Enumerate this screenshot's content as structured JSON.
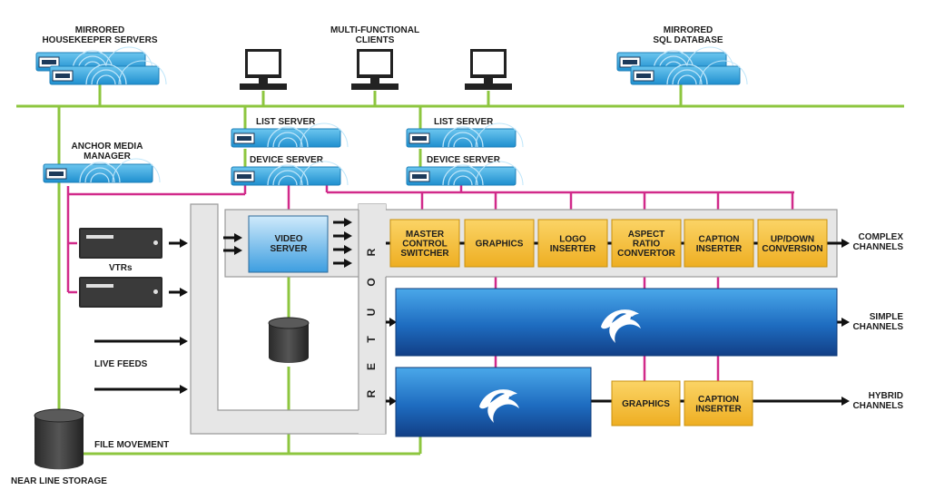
{
  "labels": {
    "housekeeper": [
      "MIRRORED",
      "HOUSEKEEPER SERVERS"
    ],
    "clients": [
      "MULTI-FUNCTIONAL",
      "CLIENTS"
    ],
    "sql": [
      "MIRRORED",
      "SQL DATABASE"
    ],
    "anchor": [
      "ANCHOR MEDIA",
      "MANAGER"
    ],
    "list_server": "LIST SERVER",
    "device_server": "DEVICE SERVER",
    "video_server": [
      "VIDEO",
      "SERVER"
    ],
    "vtrs": "VTRs",
    "live_feeds": "LIVE FEEDS",
    "file_movement": "FILE MOVEMENT",
    "near_line": "NEAR LINE STORAGE",
    "router": [
      "R",
      "O",
      "U",
      "T",
      "E",
      "R"
    ],
    "complex": [
      "COMPLEX",
      "CHANNELS"
    ],
    "simple": [
      "SIMPLE",
      "CHANNELS"
    ],
    "hybrid": [
      "HYBRID",
      "CHANNELS"
    ]
  },
  "complex_chain": [
    [
      "MASTER",
      "CONTROL",
      "SWITCHER"
    ],
    [
      "GRAPHICS"
    ],
    [
      "LOGO",
      "INSERTER"
    ],
    [
      "ASPECT",
      "RATIO",
      "CONVERTOR"
    ],
    [
      "CAPTION",
      "INSERTER"
    ],
    [
      "UP/DOWN",
      "CONVERSION"
    ]
  ],
  "hybrid_chain": [
    [
      "GRAPHICS"
    ],
    [
      "CAPTION",
      "INSERTER"
    ]
  ],
  "colors": {
    "green_line": "#8dc63f",
    "magenta_line": "#d12a8a",
    "orange_box": "#f6c142",
    "orange_border": "#c8900e",
    "blue_dark": "#1a5ea8",
    "blue_light": "#5fb0e8",
    "server_blue": "#2aa3dd",
    "gray_panel": "#e6e6e6"
  },
  "icons": [
    "server-unit-icon",
    "monitor-icon",
    "vtr-deck-icon",
    "database-icon",
    "dolphin-logo-icon",
    "arrow-icon"
  ]
}
